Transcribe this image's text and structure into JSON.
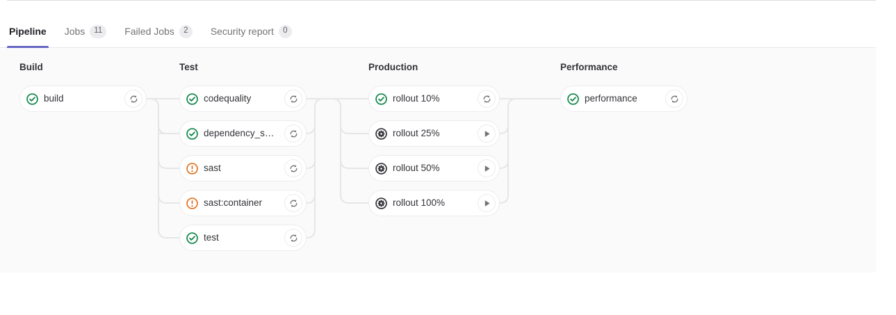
{
  "tabs": [
    {
      "label": "Pipeline",
      "badge": null,
      "active": true
    },
    {
      "label": "Jobs",
      "badge": "11",
      "active": false
    },
    {
      "label": "Failed Jobs",
      "badge": "2",
      "active": false
    },
    {
      "label": "Security report",
      "badge": "0",
      "active": false
    }
  ],
  "colors": {
    "active_tab_underline": "#6666c4",
    "success": "#108548",
    "warning": "#e17223",
    "manual": "#333238",
    "panel_bg": "#fafafa",
    "card_border": "#ececef",
    "connector": "#e6e6e8"
  },
  "stages": [
    {
      "name": "Build",
      "jobs": [
        {
          "name": "build",
          "status": "success",
          "status_icon": "status-success-icon",
          "action": "retry",
          "action_icon": "retry-icon"
        }
      ]
    },
    {
      "name": "Test",
      "jobs": [
        {
          "name": "codequality",
          "status": "success",
          "status_icon": "status-success-icon",
          "action": "retry",
          "action_icon": "retry-icon"
        },
        {
          "name": "dependency_s…",
          "status": "success",
          "status_icon": "status-success-icon",
          "action": "retry",
          "action_icon": "retry-icon"
        },
        {
          "name": "sast",
          "status": "warning",
          "status_icon": "status-warning-icon",
          "action": "retry",
          "action_icon": "retry-icon"
        },
        {
          "name": "sast:container",
          "status": "warning",
          "status_icon": "status-warning-icon",
          "action": "retry",
          "action_icon": "retry-icon"
        },
        {
          "name": "test",
          "status": "success",
          "status_icon": "status-success-icon",
          "action": "retry",
          "action_icon": "retry-icon"
        }
      ]
    },
    {
      "name": "Production",
      "jobs": [
        {
          "name": "rollout 10%",
          "status": "success",
          "status_icon": "status-success-icon",
          "action": "retry",
          "action_icon": "retry-icon"
        },
        {
          "name": "rollout 25%",
          "status": "manual",
          "status_icon": "status-manual-icon",
          "action": "play",
          "action_icon": "play-icon"
        },
        {
          "name": "rollout 50%",
          "status": "manual",
          "status_icon": "status-manual-icon",
          "action": "play",
          "action_icon": "play-icon"
        },
        {
          "name": "rollout 100%",
          "status": "manual",
          "status_icon": "status-manual-icon",
          "action": "play",
          "action_icon": "play-icon"
        }
      ]
    },
    {
      "name": "Performance",
      "jobs": [
        {
          "name": "performance",
          "status": "success",
          "status_icon": "status-success-icon",
          "action": "retry",
          "action_icon": "retry-icon"
        }
      ]
    }
  ]
}
